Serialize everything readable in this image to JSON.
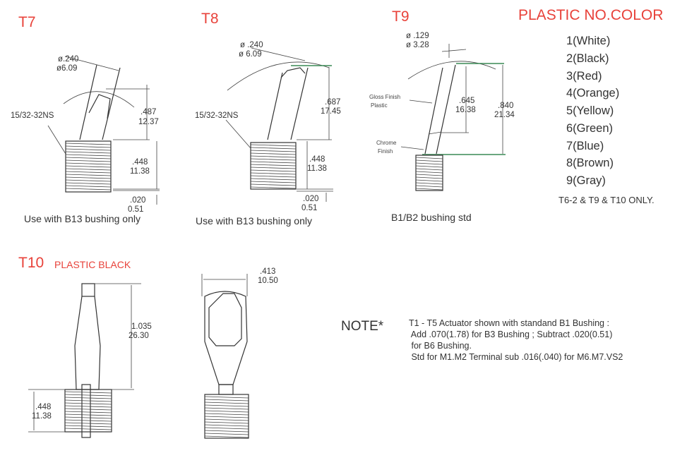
{
  "colors": {
    "accent": "#e8423a",
    "line": "#333333",
    "green": "#3a8a55"
  },
  "t7": {
    "title": "T7",
    "dia_in": "ø.240",
    "dia_mm": "ø6.09",
    "thread": "15/32-32NS",
    "h1_in": ".487",
    "h1_mm": "12.37",
    "h2_in": ".448",
    "h2_mm": "11.38",
    "h3_in": ".020",
    "h3_mm": "0.51",
    "caption": "Use with B13 bushing only"
  },
  "t8": {
    "title": "T8",
    "dia_in": "ø .240",
    "dia_mm": "ø 6.09",
    "thread": "15/32-32NS",
    "h1_in": ".687",
    "h1_mm": "17.45",
    "h2_in": ".448",
    "h2_mm": "11.38",
    "h3_in": ".020",
    "h3_mm": "0.51",
    "caption": "Use with B13 bushing only"
  },
  "t9": {
    "title": "T9",
    "dia_in": "ø .129",
    "dia_mm": "ø 3.28",
    "gloss": [
      "Gloss Finish",
      "Plastic"
    ],
    "chrome": [
      "Chrome",
      "Finish"
    ],
    "h1_in": ".645",
    "h1_mm": "16.38",
    "h2_in": ".840",
    "h2_mm": "21.34",
    "caption": "B1/B2 bushing std"
  },
  "plastic": {
    "title": "PLASTIC NO.COLOR",
    "items": [
      "1(White)",
      "2(Black)",
      "3(Red)",
      "4(Orange)",
      "5(Yellow)",
      "6(Green)",
      "7(Blue)",
      "8(Brown)",
      "9(Gray)"
    ],
    "footnote": "T6-2 & T9 & T10 ONLY."
  },
  "t10": {
    "title": "T10",
    "subtitle": "PLASTIC BLACK",
    "h1_in": "1.035",
    "h1_mm": "26.30",
    "h2_in": ".448",
    "h2_mm": "11.38",
    "w_in": ".413",
    "w_mm": "10.50"
  },
  "note": {
    "label": "NOTE*",
    "lines": [
      "T1 - T5 Actuator shown with standand B1 Bushing :",
      " Add .070(1.78) for B3 Bushing ; Subtract .020(0.51)",
      " for B6 Bushing.",
      " Std for M1.M2 Terminal sub .016(.040) for M6.M7.VS2"
    ]
  }
}
